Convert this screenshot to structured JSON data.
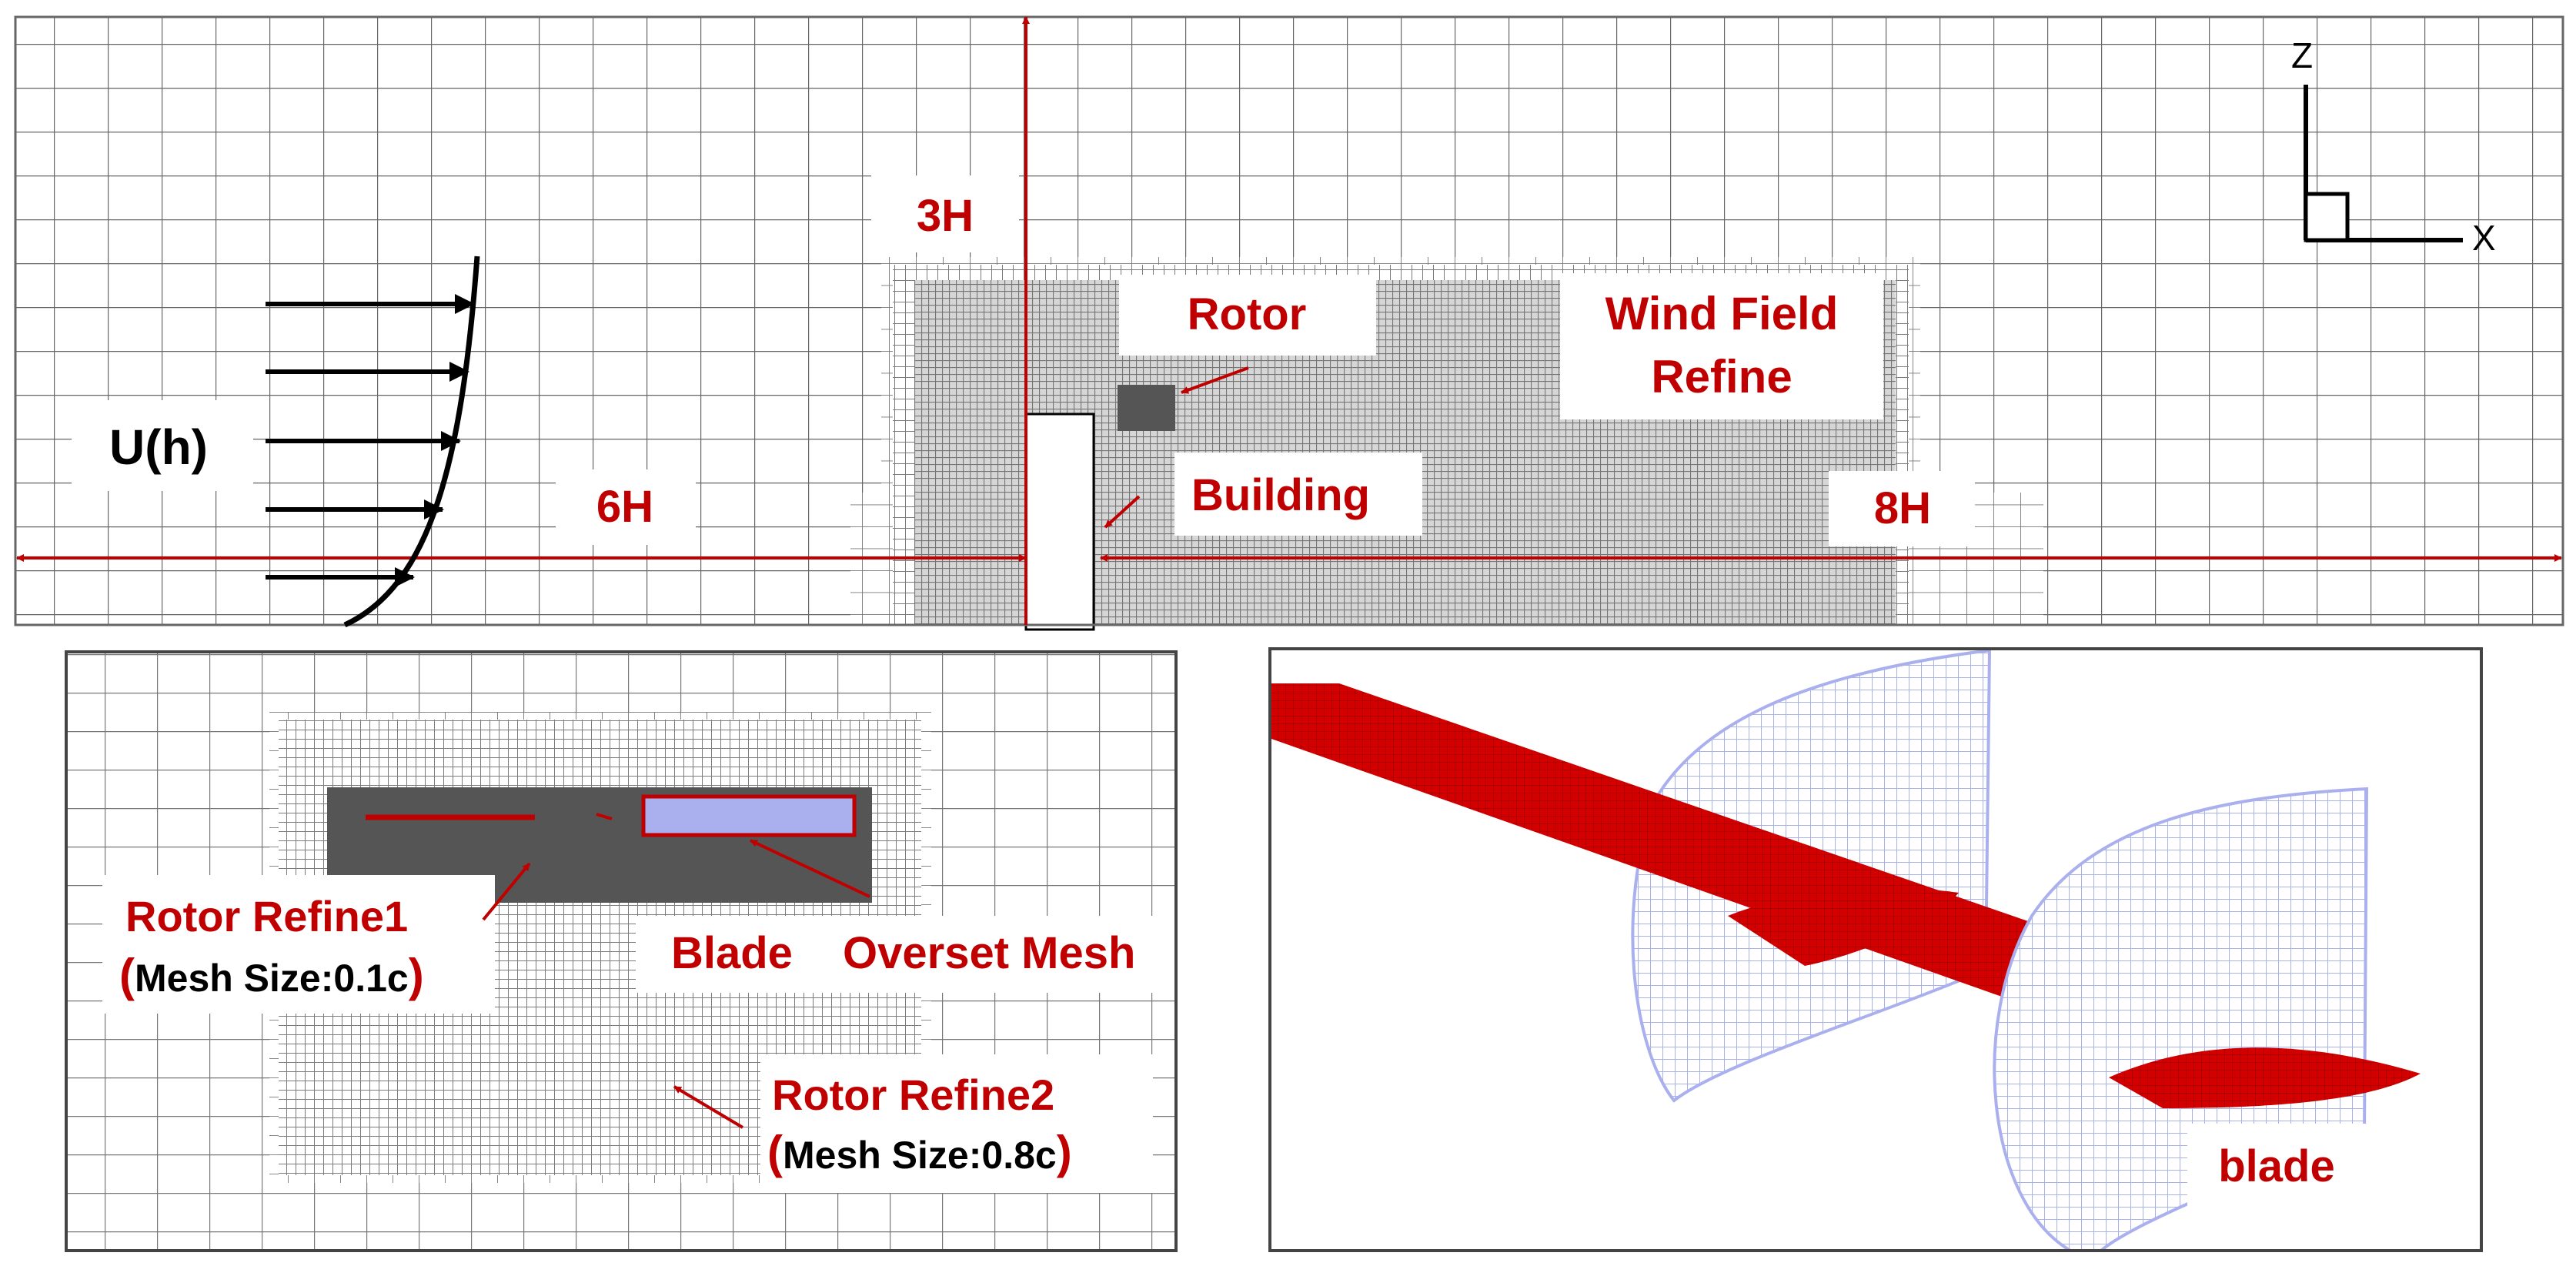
{
  "labels": {
    "dim_3h": "3H",
    "dim_6h": "6H",
    "dim_8h": "8H",
    "rotor": "Rotor",
    "wind_field_line1": "Wind Field",
    "wind_field_line2": "Refine",
    "building": "Building",
    "inflow": "U(h)",
    "axis_z": "Z",
    "axis_x": "X",
    "rotor_refine1": "Rotor Refine1",
    "rotor_refine1_mesh": "Mesh Size:0.1c",
    "blade": "Blade",
    "overset_mesh": "Overset Mesh",
    "rotor_refine2": "Rotor Refine2",
    "rotor_refine2_mesh": "Mesh Size:0.8c",
    "paren_open": "(",
    "paren_close": ")",
    "blade_3d": "blade"
  },
  "colors": {
    "accent_red": "#c00000",
    "mesh_line": "#555555",
    "fine_mesh_fill": "#8a8a8a",
    "dense_mesh_fill": "#555555",
    "overset_fill": "#aab0ee",
    "blade_red": "#d40000"
  }
}
